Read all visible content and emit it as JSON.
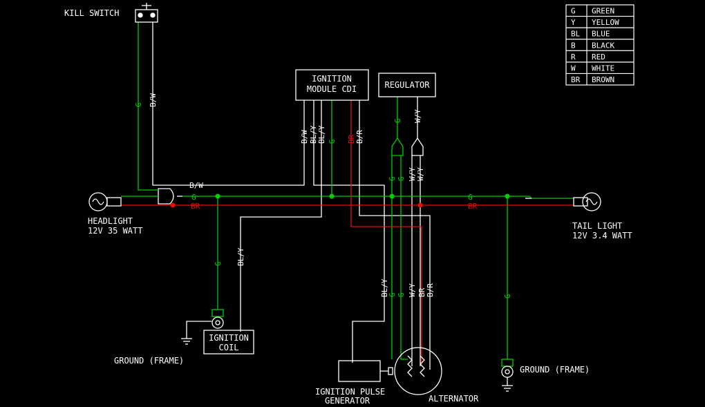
{
  "labels": {
    "kill_switch": "KILL SWITCH",
    "cdi_line1": "IGNITION",
    "cdi_line2": "MODULE CDI",
    "regulator": "REGULATOR",
    "headlight_line1": "HEADLIGHT",
    "headlight_line2": "12V 35 WATT",
    "tail_line1": "TAIL LIGHT",
    "tail_line2": "12V 3.4 WATT",
    "coil_line1": "IGNITION",
    "coil_line2": "COIL",
    "ground_left": "GROUND (FRAME)",
    "ground_right": "GROUND (FRAME)",
    "pulse_line1": "IGNITION PULSE",
    "pulse_line2": "GENERATOR",
    "alternator": "ALTERNATOR"
  },
  "wire_codes": {
    "g": "G",
    "bw": "B/W",
    "bly": "BL/Y",
    "br": "BR",
    "bgr": "B/R",
    "wy": "W/Y"
  },
  "color_key": [
    {
      "code": "G",
      "name": "GREEN"
    },
    {
      "code": "Y",
      "name": "YELLOW"
    },
    {
      "code": "BL",
      "name": "BLUE"
    },
    {
      "code": "B",
      "name": "BLACK"
    },
    {
      "code": "R",
      "name": "RED"
    },
    {
      "code": "W",
      "name": "WHITE"
    },
    {
      "code": "BR",
      "name": "BROWN"
    }
  ],
  "colors": {
    "background": "#000000",
    "green_wire": "#00d000",
    "red_wire": "#e01010",
    "white_wire": "#ffffff"
  }
}
